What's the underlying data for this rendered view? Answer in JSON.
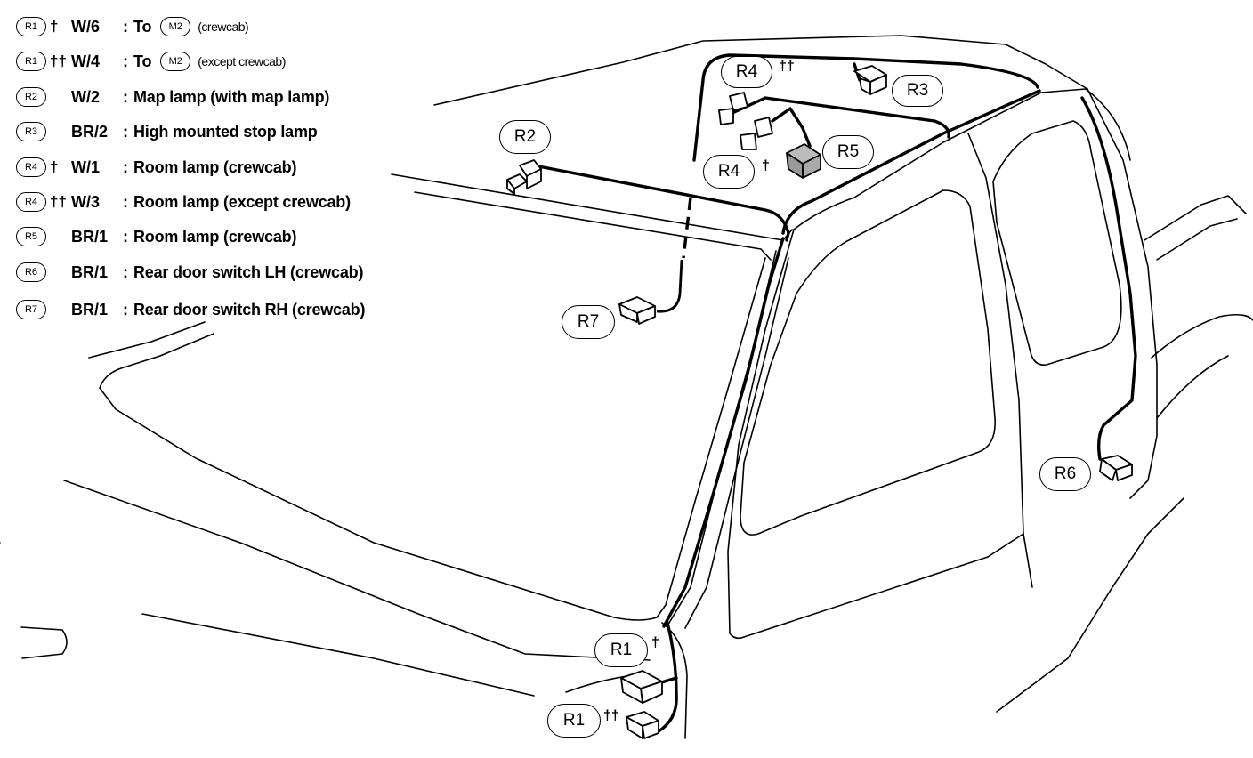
{
  "legend": {
    "rows": [
      {
        "connector": "R1",
        "mark": "†",
        "wire": "W/6",
        "colon": ":",
        "desc": "To",
        "to_connector": "M2",
        "note": "(crewcab)"
      },
      {
        "connector": "R1",
        "mark": "††",
        "wire": "W/4",
        "colon": ":",
        "desc": "To",
        "to_connector": "M2",
        "note": "(except crewcab)"
      },
      {
        "connector": "R2",
        "mark": "",
        "wire": "W/2",
        "colon": ":",
        "desc": "Map lamp (with map lamp)"
      },
      {
        "connector": "R3",
        "mark": "",
        "wire": "BR/2",
        "colon": ":",
        "desc": "High mounted stop lamp"
      },
      {
        "connector": "R4",
        "mark": "†",
        "wire": "W/1",
        "colon": ":",
        "desc": "Room lamp (crewcab)"
      },
      {
        "connector": "R4",
        "mark": "††",
        "wire": "W/3",
        "colon": ":",
        "desc": "Room lamp (except crewcab)"
      },
      {
        "connector": "R5",
        "mark": "",
        "wire": "BR/1",
        "colon": ":",
        "desc": "Room lamp (crewcab)"
      },
      {
        "connector": "R6",
        "mark": "",
        "wire": "BR/1",
        "colon": ":",
        "desc": "Rear door switch LH (crewcab)"
      },
      {
        "connector": "R7",
        "mark": "",
        "wire": "BR/1",
        "colon": ":",
        "desc": "Rear door switch RH (crewcab)"
      }
    ]
  },
  "callouts": {
    "r2": {
      "label": "R2"
    },
    "r4_top": {
      "label": "R4",
      "mark": "††"
    },
    "r3": {
      "label": "R3"
    },
    "r5": {
      "label": "R5"
    },
    "r4_mid": {
      "label": "R4",
      "mark": "†"
    },
    "r7": {
      "label": "R7"
    },
    "r6": {
      "label": "R6"
    },
    "r1_top": {
      "label": "R1",
      "mark": "†"
    },
    "r1_bottom": {
      "label": "R1",
      "mark": "††"
    }
  }
}
